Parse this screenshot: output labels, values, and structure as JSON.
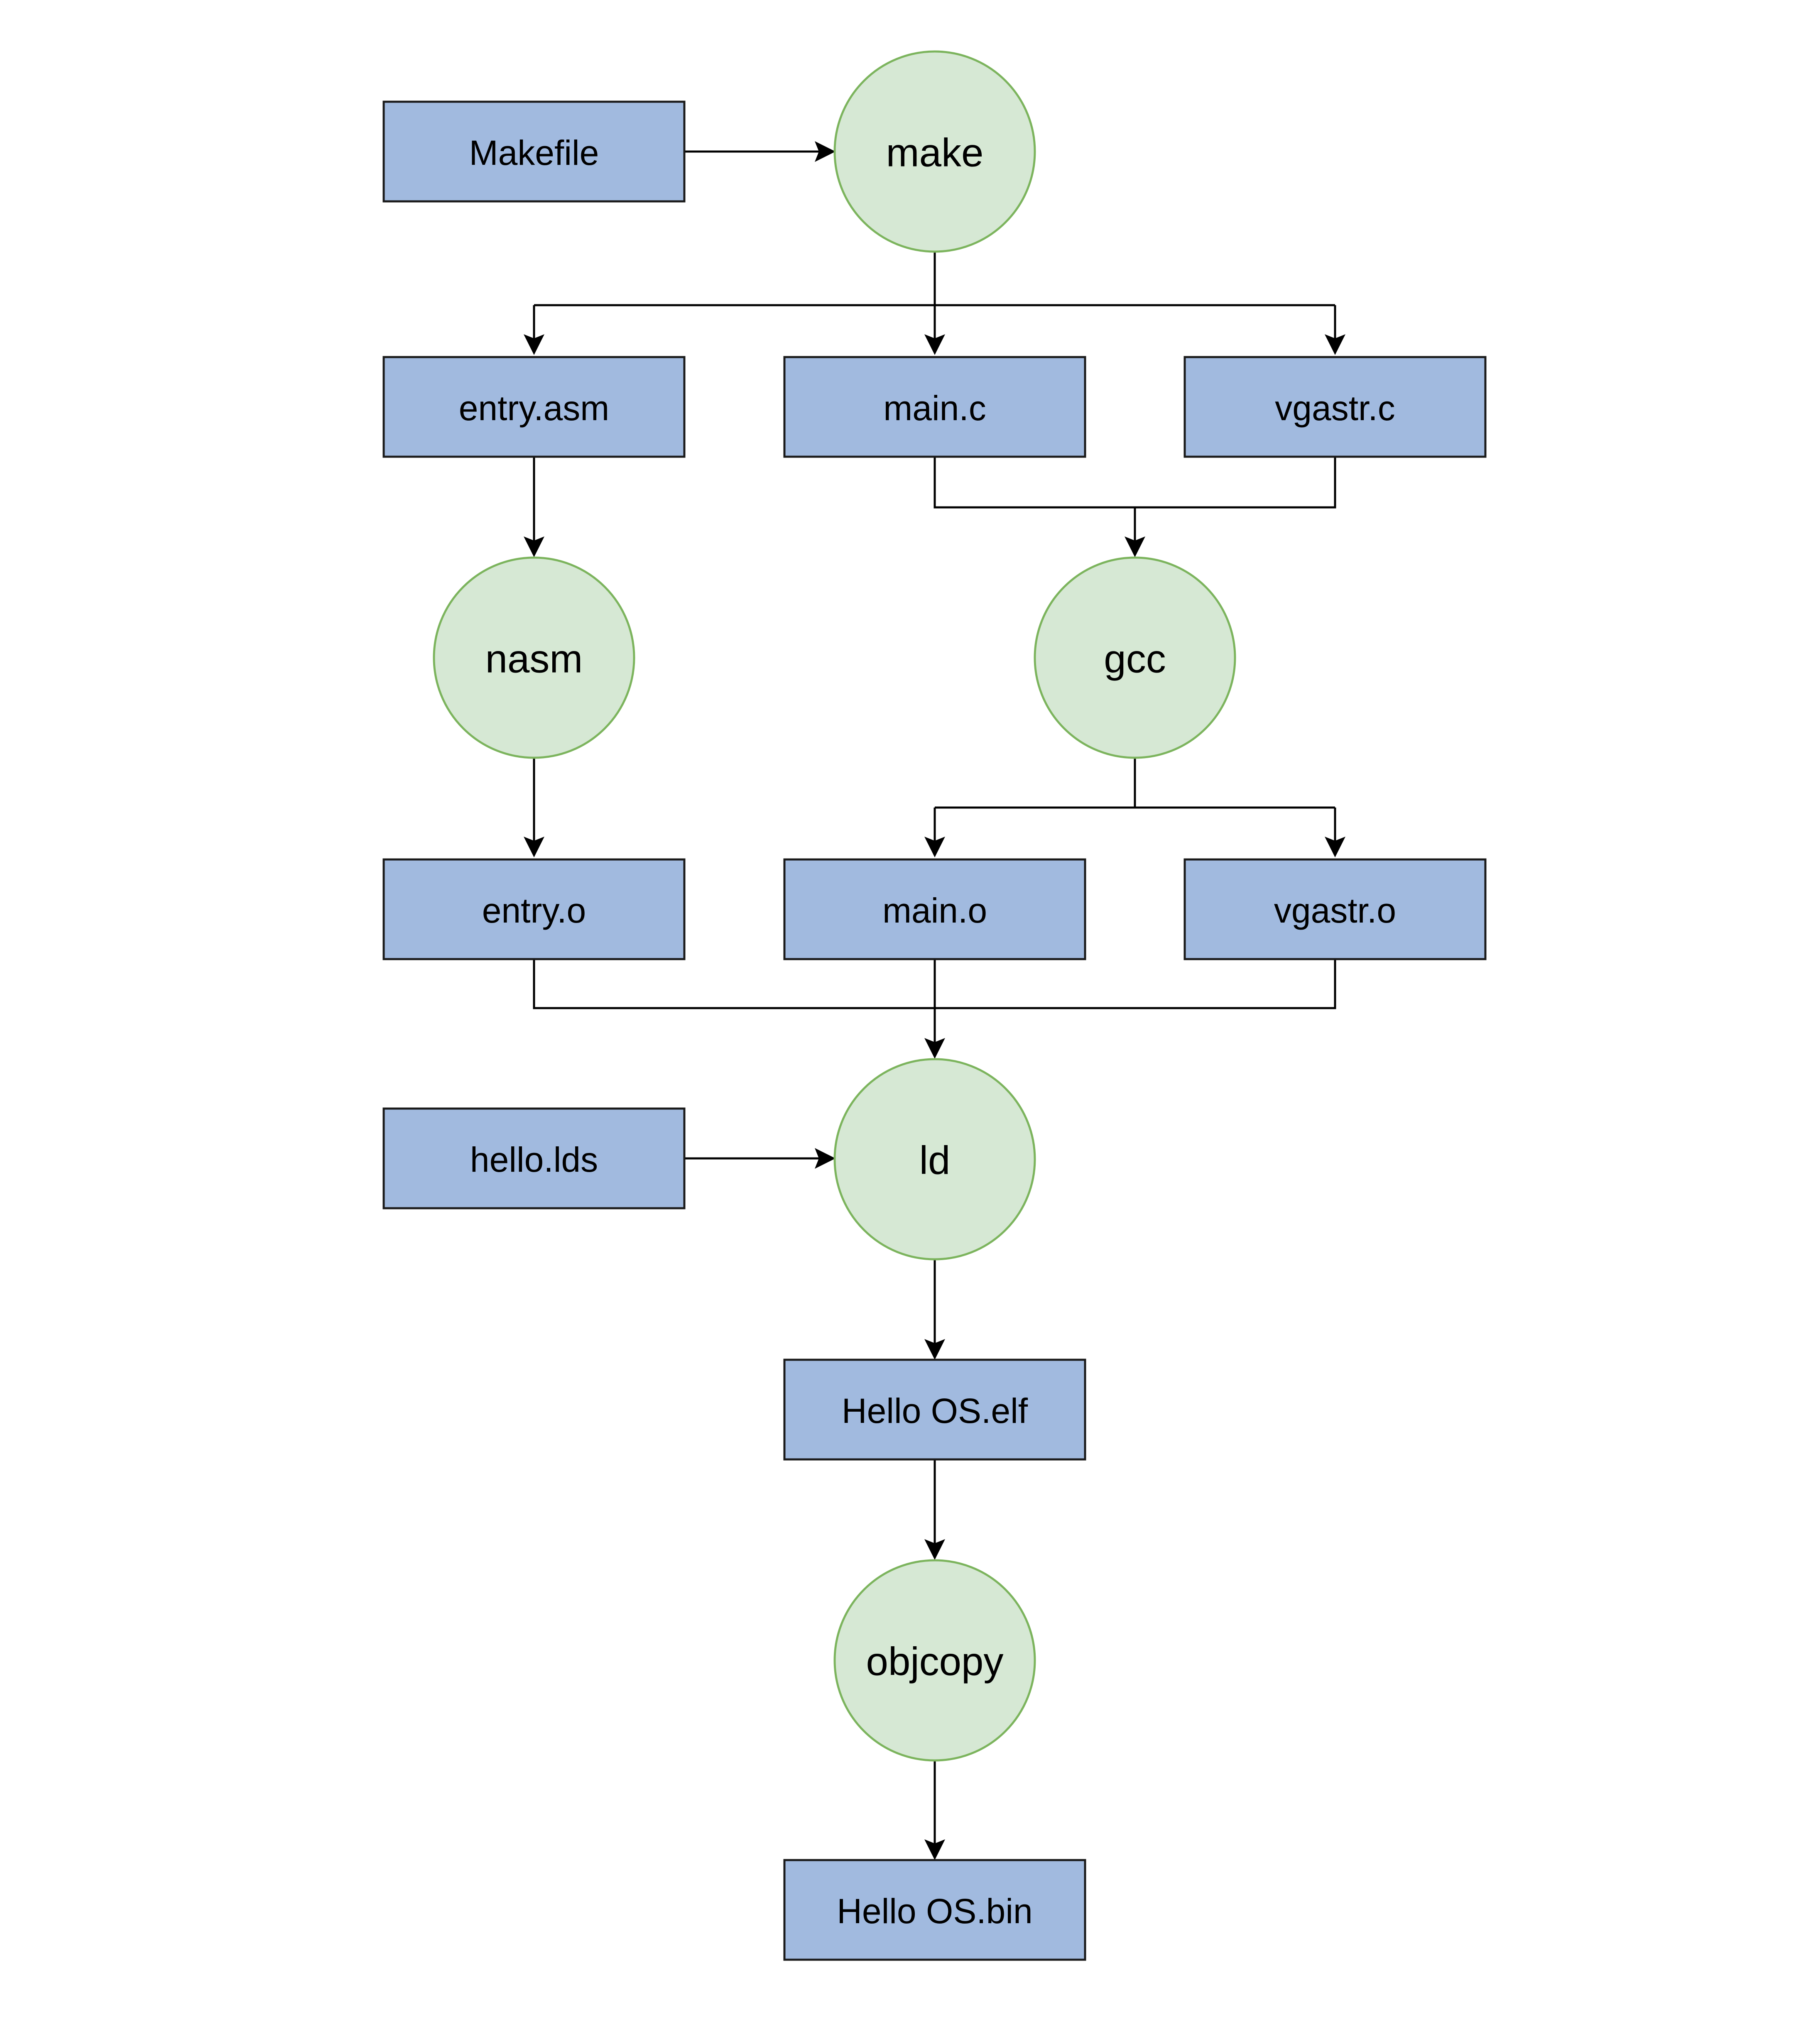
{
  "diagram": {
    "type": "build-flow",
    "files": {
      "makefile": "Makefile",
      "entry_asm": "entry.asm",
      "main_c": "main.c",
      "vgastr_c": "vgastr.c",
      "entry_o": "entry.o",
      "main_o": "main.o",
      "vgastr_o": "vgastr.o",
      "hello_lds": "hello.lds",
      "hello_elf": "Hello OS.elf",
      "hello_bin": "Hello OS.bin"
    },
    "tools": {
      "make": "make",
      "nasm": "nasm",
      "gcc": "gcc",
      "ld": "ld",
      "objcopy": "objcopy"
    },
    "edges": [
      {
        "from": "Makefile",
        "to": "make"
      },
      {
        "from": "make",
        "to": "entry.asm"
      },
      {
        "from": "make",
        "to": "main.c"
      },
      {
        "from": "make",
        "to": "vgastr.c"
      },
      {
        "from": "entry.asm",
        "to": "nasm"
      },
      {
        "from": "main.c",
        "to": "gcc"
      },
      {
        "from": "vgastr.c",
        "to": "gcc"
      },
      {
        "from": "nasm",
        "to": "entry.o"
      },
      {
        "from": "gcc",
        "to": "main.o"
      },
      {
        "from": "gcc",
        "to": "vgastr.o"
      },
      {
        "from": "entry.o",
        "to": "ld"
      },
      {
        "from": "main.o",
        "to": "ld"
      },
      {
        "from": "vgastr.o",
        "to": "ld"
      },
      {
        "from": "hello.lds",
        "to": "ld"
      },
      {
        "from": "ld",
        "to": "Hello OS.elf"
      },
      {
        "from": "Hello OS.elf",
        "to": "objcopy"
      },
      {
        "from": "objcopy",
        "to": "Hello OS.bin"
      }
    ],
    "colors": {
      "file_fill": "#a1badf",
      "file_stroke": "#1a1a1a",
      "tool_fill": "#d6e8d4",
      "tool_stroke": "#7cb45d",
      "edge": "#000000"
    }
  }
}
